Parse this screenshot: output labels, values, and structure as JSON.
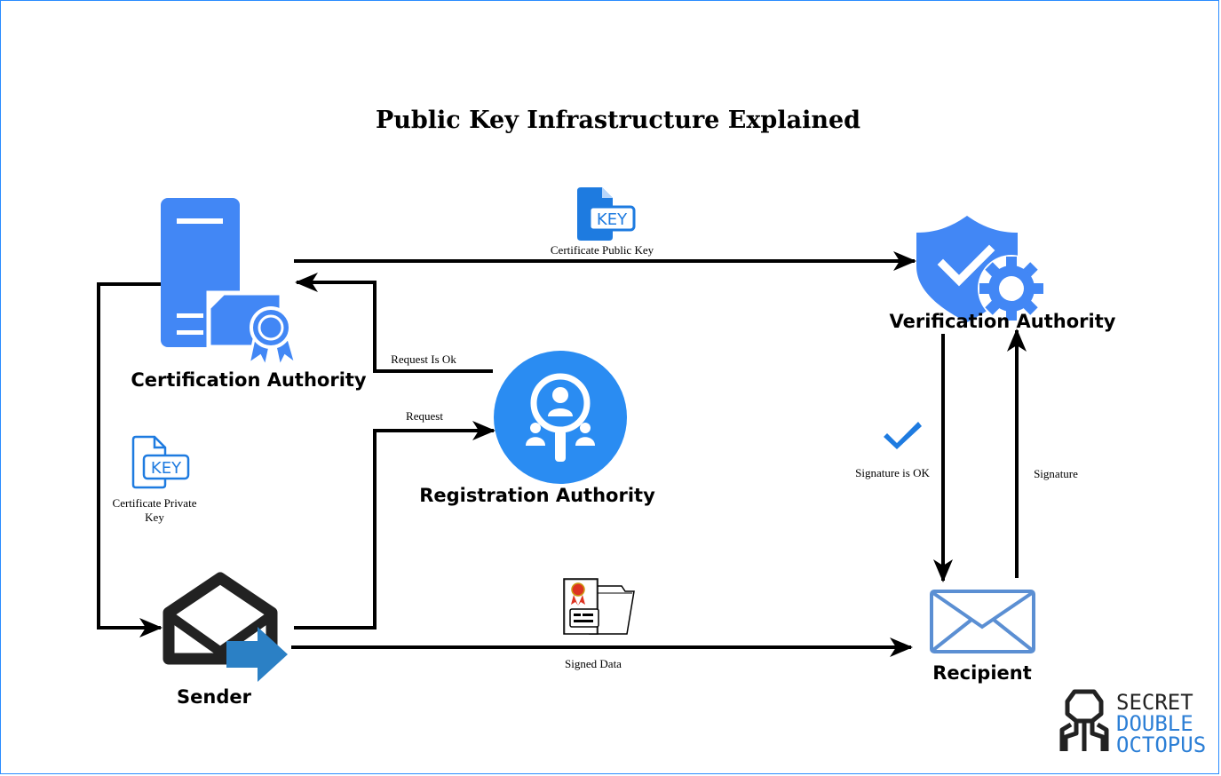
{
  "title": "Public Key Infrastructure Explained",
  "nodes": {
    "certification_authority": "Certification Authority",
    "registration_authority": "Registration Authority",
    "verification_authority": "Verification Authority",
    "sender": "Sender",
    "recipient": "Recipient"
  },
  "edges": {
    "certificate_public_key": "Certificate Public Key",
    "request_is_ok": "Request Is Ok",
    "request": "Request",
    "certificate_private_key_line1": "Certificate Private",
    "certificate_private_key_line2": "Key",
    "signed_data": "Signed Data",
    "signature_is_ok": "Signature is OK",
    "signature": "Signature"
  },
  "key_badge": "KEY",
  "logo": {
    "line1": "SECRET",
    "line2": "DOUBLE",
    "line3": "OCTOPUS"
  },
  "colors": {
    "icon_blue": "#4287f5",
    "key_blue": "#1e7be0",
    "arrow": "#000000",
    "sender_arrow": "#2b80c5",
    "envelope_outline": "#5b8fd3",
    "logo_dark": "#222222",
    "logo_blue": "#2c7fd6",
    "frame": "#2a8cff"
  }
}
